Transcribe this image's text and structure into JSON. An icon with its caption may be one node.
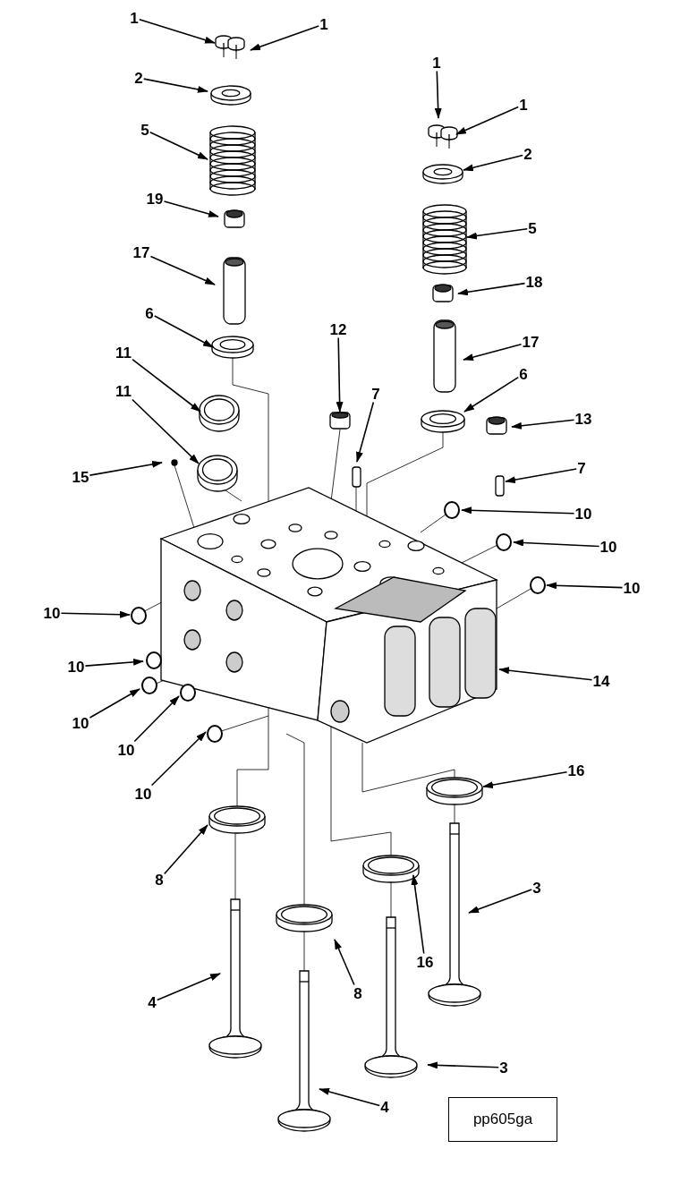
{
  "diagram": {
    "nodes": [
      {
        "text": [
          "1"
        ]
      },
      {
        "text": [
          "1"
        ]
      },
      {
        "text": [
          "1"
        ]
      },
      {
        "text": [
          "2"
        ]
      },
      {
        "text": [
          "1"
        ]
      },
      {
        "text": [
          "5"
        ]
      },
      {
        "text": [
          "2"
        ]
      },
      {
        "text": [
          "19"
        ]
      },
      {
        "text": [
          "5"
        ]
      },
      {
        "text": [
          "17"
        ]
      },
      {
        "text": [
          "18"
        ]
      },
      {
        "text": [
          "6"
        ]
      },
      {
        "text": [
          "12"
        ]
      },
      {
        "text": [
          "17"
        ]
      },
      {
        "text": [
          "11"
        ]
      },
      {
        "text": [
          "6"
        ]
      },
      {
        "text": [
          "11"
        ]
      },
      {
        "text": [
          "7"
        ]
      },
      {
        "text": [
          "13"
        ]
      },
      {
        "text": [
          "15"
        ]
      },
      {
        "text": [
          "7"
        ]
      },
      {
        "text": [
          "10"
        ]
      },
      {
        "text": [
          "10"
        ]
      },
      {
        "text": [
          "10"
        ]
      },
      {
        "text": [
          "10"
        ]
      },
      {
        "text": [
          "10"
        ]
      },
      {
        "text": [
          "14"
        ]
      },
      {
        "text": [
          "10"
        ]
      },
      {
        "text": [
          "10"
        ]
      },
      {
        "text": [
          "16"
        ]
      },
      {
        "text": [
          "10"
        ]
      },
      {
        "text": [
          "8"
        ]
      },
      {
        "text": [
          "3"
        ]
      },
      {
        "text": [
          "16"
        ]
      },
      {
        "text": [
          "8"
        ]
      },
      {
        "text": [
          "4"
        ]
      },
      {
        "text": [
          "3"
        ]
      },
      {
        "text": [
          "4"
        ]
      },
      {
        "text": [
          "pp605ga"
        ]
      },
      {
        "text": [],
        "shape": "picture"
      }
    ],
    "edges": [
      {
        "from": 0,
        "to": null,
        "arrow": "to"
      },
      {
        "from": 1,
        "to": null,
        "arrow": "to"
      },
      {
        "from": 2,
        "to": null,
        "arrow": "to"
      },
      {
        "from": 3,
        "to": null,
        "arrow": "to"
      },
      {
        "from": 4,
        "to": null,
        "arrow": "to"
      },
      {
        "from": 5,
        "to": null,
        "arrow": "to"
      },
      {
        "from": 6,
        "to": null,
        "arrow": "to"
      },
      {
        "from": 7,
        "to": null,
        "arrow": "to"
      },
      {
        "from": 8,
        "to": null,
        "arrow": "to"
      },
      {
        "from": 9,
        "to": null,
        "arrow": "to"
      },
      {
        "from": 10,
        "to": null,
        "arrow": "to"
      },
      {
        "from": 11,
        "to": null,
        "arrow": "to"
      },
      {
        "from": 12,
        "to": 39,
        "arrow": "to"
      },
      {
        "from": 13,
        "to": null,
        "arrow": "to"
      },
      {
        "from": 14,
        "to": null,
        "arrow": "to"
      },
      {
        "from": 15,
        "to": null,
        "arrow": "to"
      },
      {
        "from": 16,
        "to": null,
        "arrow": "to"
      },
      {
        "from": 17,
        "to": null,
        "arrow": "to"
      },
      {
        "from": 18,
        "to": null,
        "arrow": "to"
      },
      {
        "from": 19,
        "to": null,
        "arrow": "to"
      },
      {
        "from": 20,
        "to": null,
        "arrow": "to"
      },
      {
        "from": 21,
        "to": null,
        "arrow": "to"
      },
      {
        "from": 22,
        "to": null,
        "arrow": "to"
      },
      {
        "from": 23,
        "to": null,
        "arrow": "to"
      },
      {
        "from": 24,
        "to": null,
        "arrow": "to"
      },
      {
        "from": 25,
        "to": null,
        "arrow": "to"
      },
      {
        "from": 26,
        "to": null,
        "arrow": "to"
      },
      {
        "from": 27,
        "to": null,
        "arrow": "to"
      },
      {
        "from": 28,
        "to": null,
        "arrow": "to"
      },
      {
        "from": 29,
        "to": null,
        "arrow": "to"
      },
      {
        "from": 30,
        "to": null,
        "arrow": "to"
      },
      {
        "from": 31,
        "to": null,
        "arrow": "to"
      },
      {
        "from": 32,
        "to": null,
        "arrow": "to"
      },
      {
        "from": 33,
        "to": null,
        "arrow": "to"
      },
      {
        "from": 34,
        "to": null,
        "arrow": "to"
      },
      {
        "from": 35,
        "to": null,
        "arrow": "to"
      },
      {
        "from": 36,
        "to": null,
        "arrow": "to"
      },
      {
        "from": 37,
        "to": null,
        "arrow": "to"
      }
    ]
  }
}
